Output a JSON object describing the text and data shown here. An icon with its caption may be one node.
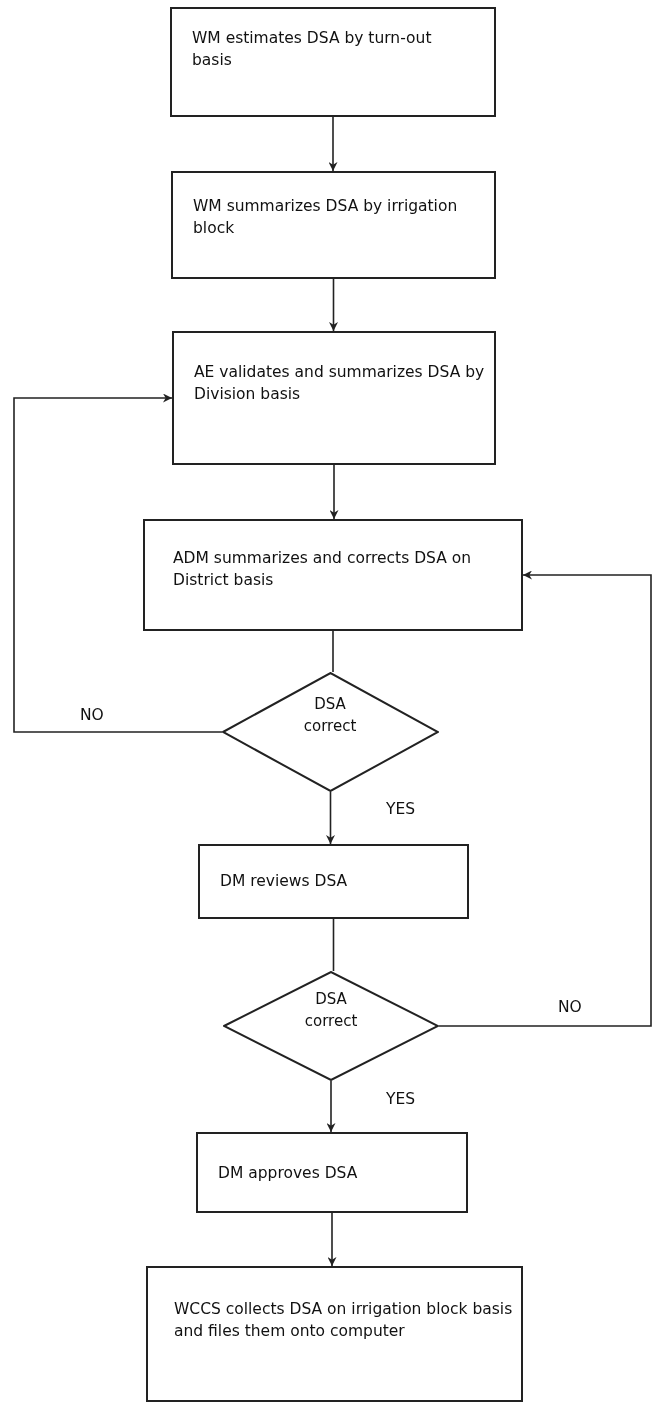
{
  "diagram": {
    "nodes": [
      {
        "text": [
          "WM estimates DSA by turn-out basis"
        ]
      },
      {
        "text": [
          "WM summarizes DSA by irrigation block"
        ]
      },
      {
        "text": [
          "AE validates and summarizes DSA by Division basis"
        ]
      },
      {
        "text": [
          "ADM summarizes and corrects DSA on District basis"
        ]
      },
      {
        "text": [
          "DSA correct"
        ]
      },
      {
        "text": [
          "DM reviews DSA"
        ]
      },
      {
        "text": [
          "DSA correct"
        ]
      },
      {
        "text": [
          "DM approves DSA"
        ]
      },
      {
        "text": [
          "WCCS collects DSA on irrigation block basis and files them onto computer"
        ]
      }
    ],
    "edges": [
      {
        "from": 0,
        "to": 1,
        "arrow": "to"
      },
      {
        "from": 1,
        "to": 2,
        "arrow": "to"
      },
      {
        "from": 2,
        "to": 3,
        "arrow": "to"
      },
      {
        "from": 3,
        "to": 4,
        "arrow": "none"
      },
      {
        "from": 4,
        "to": 2,
        "arrow": "to",
        "label": "NO"
      },
      {
        "from": 4,
        "to": 5,
        "arrow": "to",
        "label": "YES"
      },
      {
        "from": 5,
        "to": 6,
        "arrow": "none"
      },
      {
        "from": 6,
        "to": 3,
        "arrow": "to",
        "label": "NO"
      },
      {
        "from": 6,
        "to": 7,
        "arrow": "to",
        "label": "YES"
      },
      {
        "from": 7,
        "to": 8,
        "arrow": "to"
      }
    ]
  }
}
